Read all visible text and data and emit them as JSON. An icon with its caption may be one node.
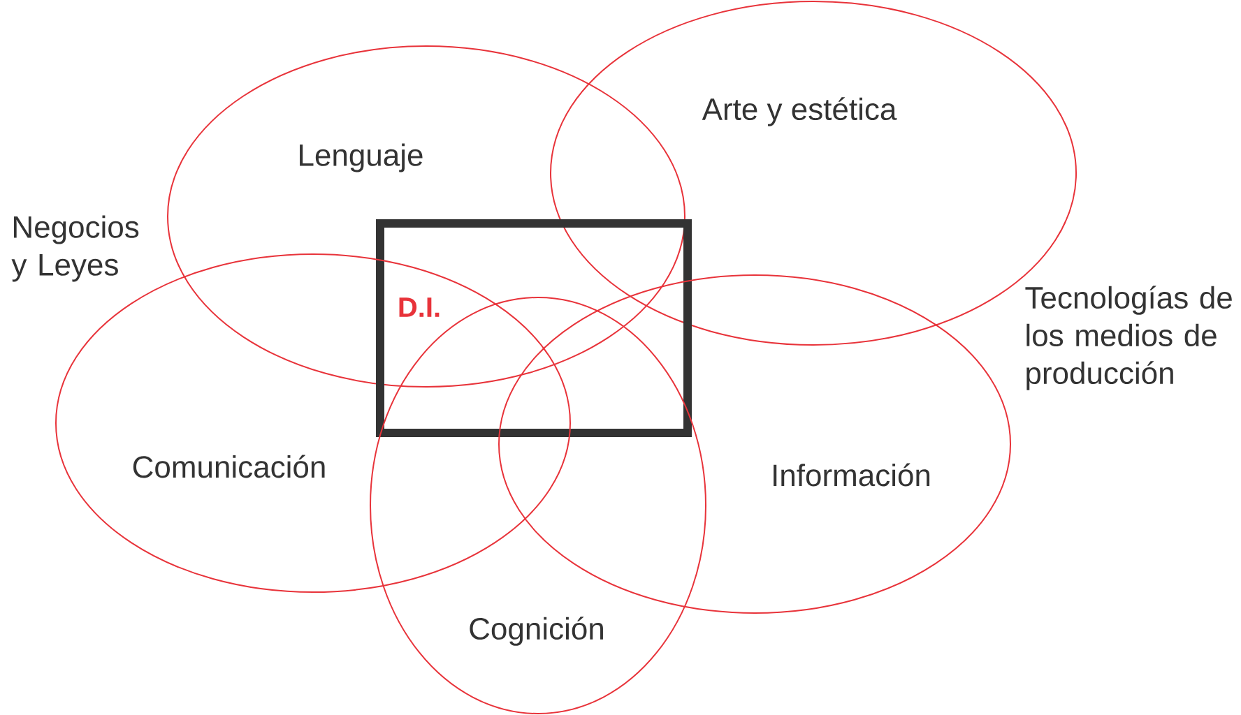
{
  "diagram": {
    "nodes": [
      {
        "text": [
          "Lenguaje"
        ]
      },
      {
        "text": [
          "Arte y estética"
        ]
      },
      {
        "text": [
          "D.I."
        ]
      },
      {
        "text": [
          "Comunicación"
        ]
      },
      {
        "text": [
          "Información"
        ]
      },
      {
        "text": [
          "Cognición"
        ]
      }
    ],
    "labels": [
      "Negocios y Leyes",
      "Tecnologías de los medios de producción"
    ]
  }
}
